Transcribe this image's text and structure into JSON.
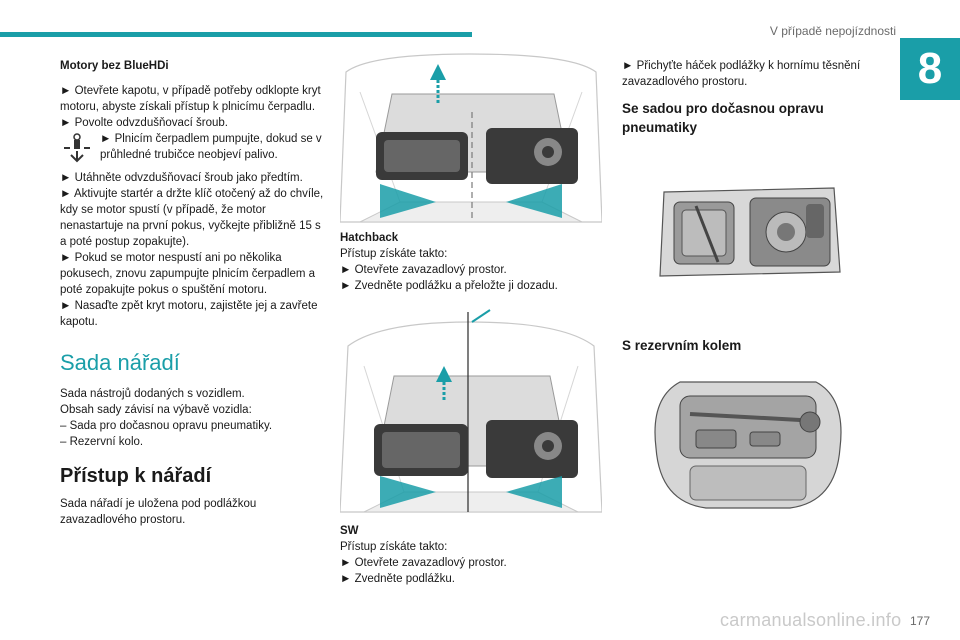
{
  "header": {
    "title": "V případě nepojízdnosti",
    "chapter": "8",
    "page": "177"
  },
  "watermark": "carmanualsonline.info",
  "col1": {
    "heading": "Motory bez BlueHDi",
    "b1": "► Otevřete kapotu, v případě potřeby odklopte kryt motoru, abyste získali přístup k plnicímu čerpadlu.",
    "b2": "► Povolte odvzdušňovací šroub.",
    "b3": "► Plnicím čerpadlem pumpujte, dokud se v průhledné trubičce neobjeví palivo.",
    "b4": "► Utáhněte odvzdušňovací šroub jako předtím.",
    "b5": "► Aktivujte startér a držte klíč otočený až do chvíle, kdy se motor spustí (v případě, že motor nenastartuje na první pokus, vyčkejte přibližně 15 s a poté postup zopakujte).",
    "b6": "► Pokud se motor nespustí ani po několika pokusech, znovu zapumpujte plnicím čerpadlem a poté zopakujte pokus o spuštění motoru.",
    "b7": "► Nasaďte zpět kryt motoru, zajistěte jej a zavřete kapotu.",
    "section1": "Sada nářadí",
    "s1p1": "Sada nástrojů dodaných s vozidlem.",
    "s1p2": "Obsah sady závisí na výbavě vozidla:",
    "s1l1": "– Sada pro dočasnou opravu pneumatiky.",
    "s1l2": "– Rezervní kolo.",
    "section2": "Přístup k nářadí",
    "s2p1": "Sada nářadí je uložena pod podlážkou zavazadlového prostoru."
  },
  "col2a": {
    "heading": "Hatchback",
    "p1": "Přístup získáte takto:",
    "b1": "► Otevřete zavazadlový prostor.",
    "b2": "► Zvedněte podlážku a přeložte ji dozadu."
  },
  "col2b": {
    "heading": "SW",
    "p1": "Přístup získáte takto:",
    "b1": "► Otevřete zavazadlový prostor.",
    "b2": "► Zvedněte podlážku."
  },
  "col3": {
    "b1": "► Přichyťte háček podlážky k hornímu těsnění zavazadlového prostoru.",
    "sub1": "Se sadou pro dočasnou opravu pneumatiky",
    "sub2": "S rezervním kolem"
  },
  "colors": {
    "accent": "#1a9ea8",
    "text": "#1a1a1a",
    "muted": "#6a6a6a"
  },
  "icons": [
    "fuel-pump-icon",
    "arrow-up-icon"
  ]
}
